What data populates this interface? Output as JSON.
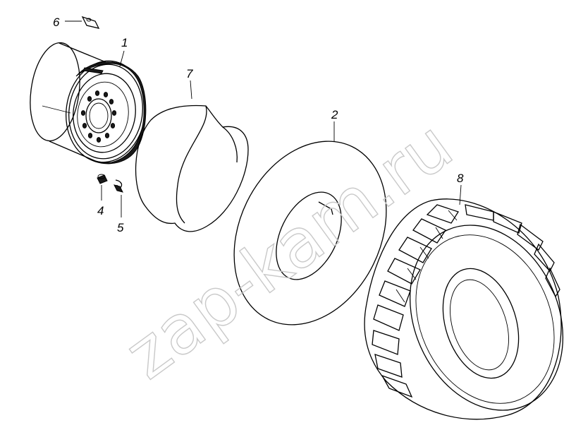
{
  "diagram": {
    "callouts": [
      {
        "id": "label-1",
        "text": "1"
      },
      {
        "id": "label-2",
        "text": "2"
      },
      {
        "id": "label-4",
        "text": "4"
      },
      {
        "id": "label-5",
        "text": "5"
      },
      {
        "id": "label-6",
        "text": "6"
      },
      {
        "id": "label-7",
        "text": "7"
      },
      {
        "id": "label-8",
        "text": "8"
      }
    ],
    "watermark": "zap-kam.ru"
  }
}
